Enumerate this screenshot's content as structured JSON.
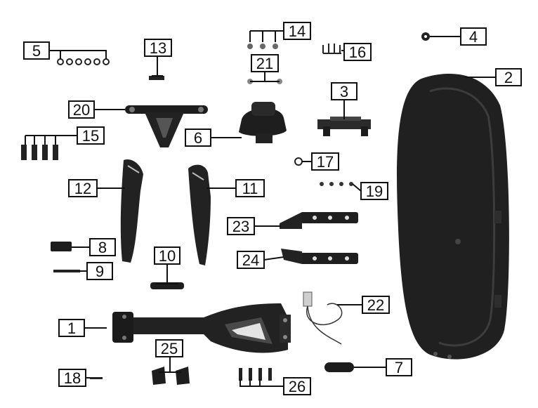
{
  "diagram": {
    "callouts": [
      {
        "id": "c1",
        "label": "1"
      },
      {
        "id": "c2",
        "label": "2"
      },
      {
        "id": "c3",
        "label": "3"
      },
      {
        "id": "c4",
        "label": "4"
      },
      {
        "id": "c5",
        "label": "5"
      },
      {
        "id": "c6",
        "label": "6"
      },
      {
        "id": "c7",
        "label": "7"
      },
      {
        "id": "c8",
        "label": "8"
      },
      {
        "id": "c9",
        "label": "9"
      },
      {
        "id": "c10",
        "label": "10"
      },
      {
        "id": "c11",
        "label": "11"
      },
      {
        "id": "c12",
        "label": "12"
      },
      {
        "id": "c13",
        "label": "13"
      },
      {
        "id": "c14",
        "label": "14"
      },
      {
        "id": "c15",
        "label": "15"
      },
      {
        "id": "c16",
        "label": "16"
      },
      {
        "id": "c17",
        "label": "17"
      },
      {
        "id": "c18",
        "label": "18"
      },
      {
        "id": "c19",
        "label": "19"
      },
      {
        "id": "c20",
        "label": "20"
      },
      {
        "id": "c21",
        "label": "21"
      },
      {
        "id": "c22",
        "label": "22"
      },
      {
        "id": "c23",
        "label": "23"
      },
      {
        "id": "c24",
        "label": "24"
      },
      {
        "id": "c25",
        "label": "25"
      },
      {
        "id": "c26",
        "label": "26"
      }
    ],
    "colors": {
      "ink": "#111111",
      "part": "#1a1a1a",
      "part_light": "#3a3a3a"
    }
  }
}
